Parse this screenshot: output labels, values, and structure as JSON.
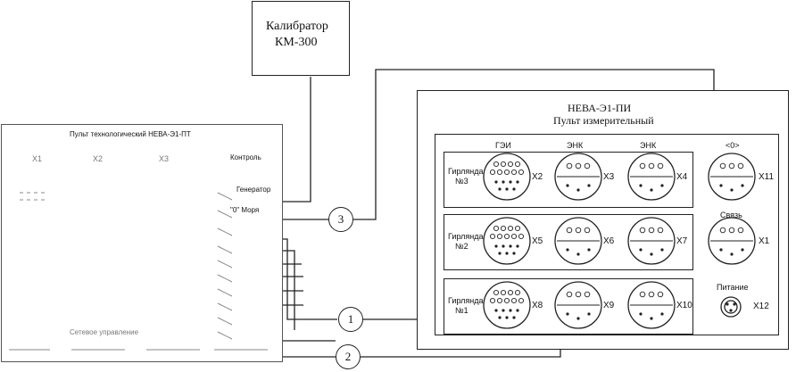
{
  "calibrator": {
    "line1": "Калибратор",
    "line2": "КМ-300"
  },
  "tech_panel": {
    "title": "Пульт технологический НЕВА-Э1-ПТ",
    "cols": [
      "X1",
      "X2",
      "X3"
    ],
    "control": "Контроль",
    "generator": "Генератор",
    "zero_sea": "\"0\" Моря",
    "bottom": "Сетевое управление"
  },
  "meas_panel": {
    "title1": "НЕВА-Э1-ПИ",
    "title2": "Пульт измерительный",
    "col_heads": [
      "ГЭИ",
      "ЭНК",
      "ЭНК"
    ],
    "row_labels": [
      [
        "Гирлянда",
        "№3"
      ],
      [
        "Гирлянда",
        "№2"
      ],
      [
        "Гирлянда",
        "№1"
      ]
    ],
    "connectors": [
      [
        "X2",
        "X3",
        "X4"
      ],
      [
        "X5",
        "X6",
        "X7"
      ],
      [
        "X8",
        "X9",
        "X10"
      ]
    ],
    "right_head": "<0>",
    "right_connectors": [
      "X11",
      "X1",
      "X12"
    ],
    "link_label": "Связь",
    "power_label": "Питание"
  },
  "cables": [
    "1",
    "2",
    "3"
  ]
}
